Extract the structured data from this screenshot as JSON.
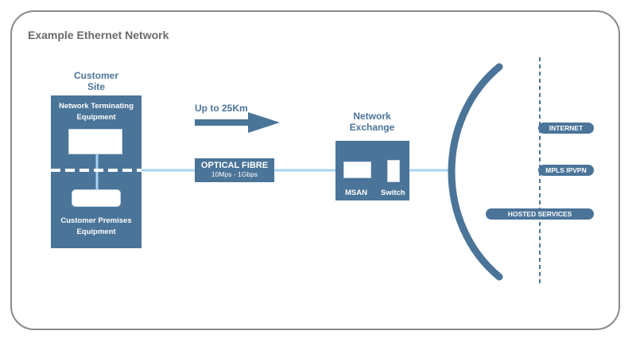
{
  "title": "Example Ethernet Network",
  "customer_site": {
    "line1": "Customer",
    "line2": "Site"
  },
  "nte": {
    "line1": "Network Terminating",
    "line2": "Equipment"
  },
  "cpe": {
    "line1": "Customer Premises",
    "line2": "Equipment"
  },
  "distance_label": "Up to 25Km",
  "fibre": {
    "title": "OPTICAL FIBRE",
    "speed": "10Mps - 1Gbps"
  },
  "network_exchange": {
    "line1": "Network",
    "line2": "Exchange"
  },
  "msan_label": "MSAN",
  "switch_label": "Switch",
  "services": {
    "internet": "INTERNET",
    "mpls": "MPLS IPVPN",
    "hosted": "HOSTED SERVICES"
  },
  "colors": {
    "primary": "#4b7499",
    "fibre_line": "#a8d4f2",
    "frame": "#8a8a8a"
  }
}
